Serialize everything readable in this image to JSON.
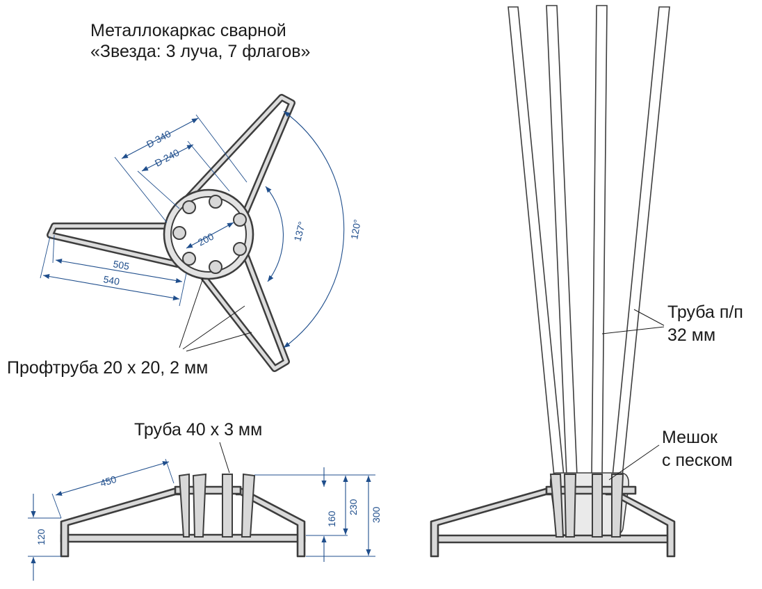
{
  "title": {
    "line1": "Металлокаркас сварной",
    "line2": "«Звезда: 3 луча, 7 флагов»"
  },
  "labels": {
    "profile_tube": "Профтруба 20 х 20, 2 мм",
    "tube_40": "Труба 40 х 3 мм",
    "pole_tube_line1": "Труба п/п",
    "pole_tube_line2": "32 мм",
    "sandbag_line1": "Мешок",
    "sandbag_line2": "с песком"
  },
  "dimensions": {
    "outer_ring": "D 340",
    "inner_ring": "D 240",
    "bolt_circle": "200",
    "beam_inner": "505",
    "beam_outer": "540",
    "angle_small": "137°",
    "angle_large": "120°",
    "side_beam": "450",
    "side_height": "120",
    "h160": "160",
    "h230": "230",
    "h300": "300"
  },
  "colors": {
    "dimension": "#1f4e8c",
    "steel_outline": "#3d3d3d",
    "steel_fill": "#d9d9d9",
    "text": "#1a1a1a"
  }
}
